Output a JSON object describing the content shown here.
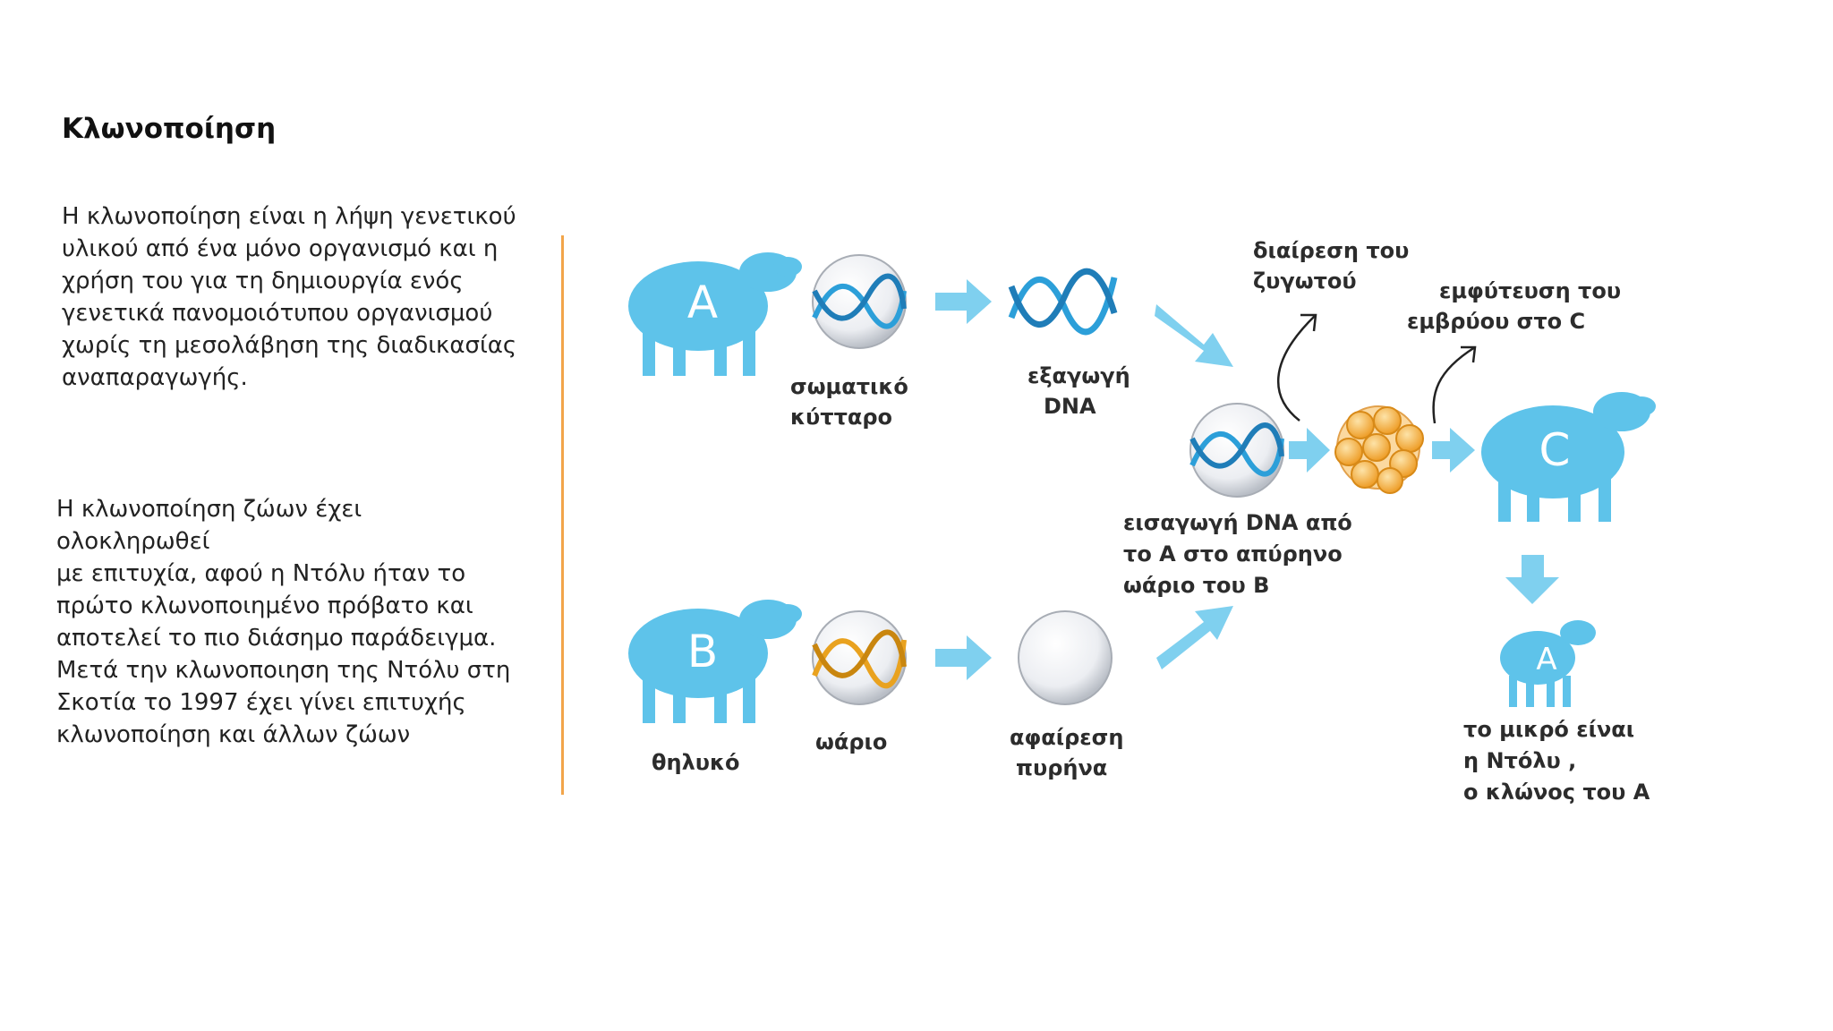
{
  "slide": {
    "title": "Κλωνοποίηση",
    "paragraph1": "Η κλωνοποίηση είναι η λήψη γενετικού\nυλικού από ένα μόνο οργανισμό και η\nχρήση του για τη δημιουργία ενός\nγενετικά πανομοιότυπου οργανισμού\nχωρίς τη μεσολάβηση της διαδικασίας\nαναπαραγωγής.",
    "paragraph2": "Η κλωνοποίηση ζώων έχει ολοκληρωθεί\nμε επιτυχία, αφού η Ντόλυ ήταν το\nπρώτο κλωνοποιημένο πρόβατο και\nαποτελεί το πιο διάσημο παράδειγμα.\nΜετά την κλωνοποιηση της Ντόλυ στη\nΣκοτία το 1997 έχει γίνει επιτυχής\nκλωνοποίηση και άλλων ζώων"
  },
  "diagram": {
    "colors": {
      "sheep": "#5ec3ea",
      "dna_blue": "#2c9fd9",
      "dna_orange": "#e9a21f",
      "arrow": "#7fd0ef",
      "embryo": "#f3b14a"
    },
    "sheep": {
      "a": "A",
      "b": "B",
      "c": "C",
      "lamb": "A"
    },
    "labels": {
      "somatic_cell": [
        "σωματικό",
        "κύτταρο"
      ],
      "dna_extraction": [
        "εξαγωγή",
        "DNA"
      ],
      "female": "θηλυκό",
      "egg": "ωάριο",
      "nucleus_removal": [
        "αφαίρεση",
        "πυρήνα"
      ],
      "dna_insertion": [
        "εισαγωγή DNA από",
        "το Α στο απύρηνο",
        "ωάριο του Β"
      ],
      "zygote_division": [
        "διαίρεση του",
        "ζυγωτού"
      ],
      "embryo_implant": [
        "εμφύτευση του",
        "εμβρύου στο C"
      ],
      "result": [
        "το μικρό είναι",
        "η Ντόλυ ,",
        "ο κλώνος του Α"
      ]
    }
  }
}
